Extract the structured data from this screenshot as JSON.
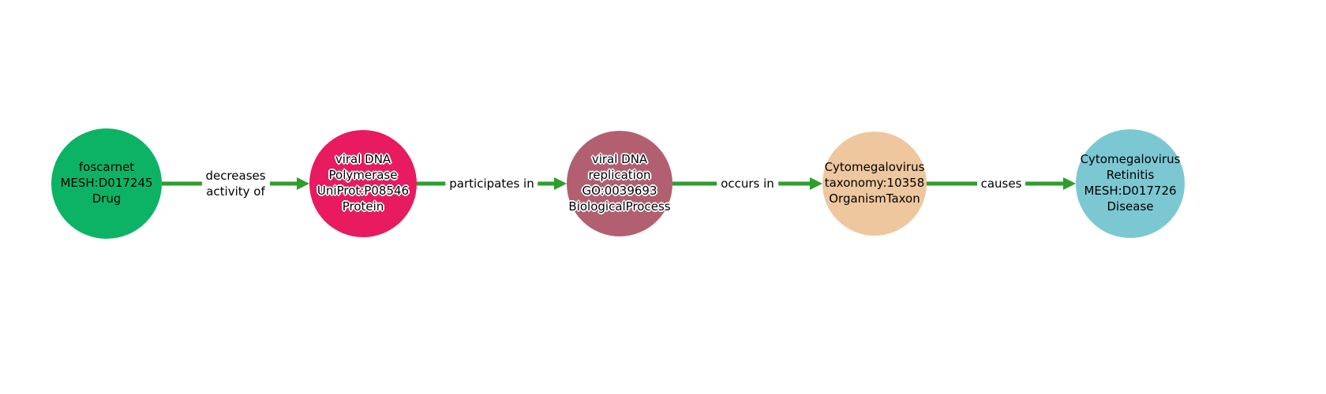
{
  "graph": {
    "background": "#ffffff",
    "edge_color": "#2e9d2e",
    "nodes": [
      {
        "lines": [
          "foscarnet",
          "MESH:D017245",
          "Drug"
        ],
        "color": "#0db364"
      },
      {
        "lines": [
          "viral DNA",
          "Polymerase",
          "UniProt:P08546",
          "Protein"
        ],
        "color": "#e81a60"
      },
      {
        "lines": [
          "viral DNA",
          "replication",
          "GO:0039693",
          "BiologicalProcess"
        ],
        "color": "#b25f72"
      },
      {
        "lines": [
          "Cytomegalovirus",
          "taxonomy:10358",
          "OrganismTaxon"
        ],
        "color": "#eec79e"
      },
      {
        "lines": [
          "Cytomegalovirus",
          "Retinitis",
          "MESH:D017726",
          "Disease"
        ],
        "color": "#7cc8d2"
      }
    ],
    "edges": [
      {
        "label_lines": [
          "decreases",
          "activity of"
        ]
      },
      {
        "label_lines": [
          "participates in"
        ]
      },
      {
        "label_lines": [
          "occurs in"
        ]
      },
      {
        "label_lines": [
          "causes"
        ]
      }
    ]
  }
}
